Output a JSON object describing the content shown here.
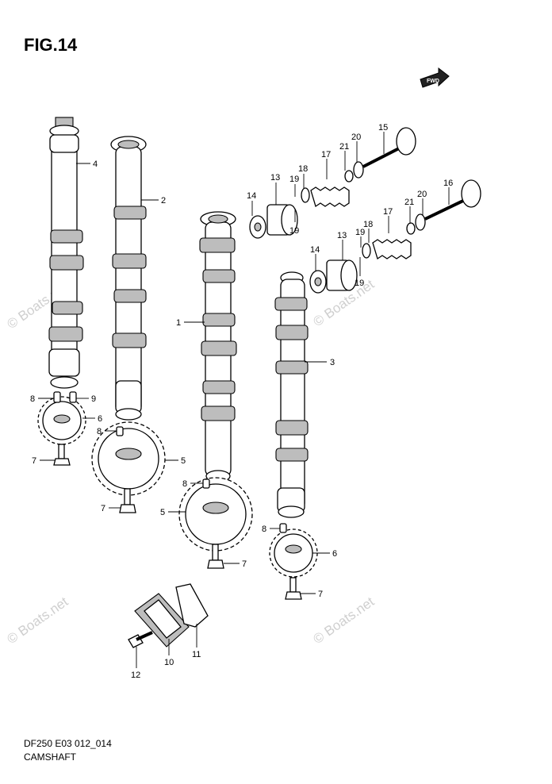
{
  "figure": {
    "title": "FIG.14",
    "code": "DF250 E03 012_014",
    "caption": "CAMSHAFT",
    "fwd_label": "FWD",
    "watermark": "© Boats.net"
  },
  "callouts": [
    {
      "id": "c4",
      "label": "4"
    },
    {
      "id": "c2",
      "label": "2"
    },
    {
      "id": "c1",
      "label": "1"
    },
    {
      "id": "c3",
      "label": "3"
    },
    {
      "id": "c8a",
      "label": "8"
    },
    {
      "id": "c9",
      "label": "9"
    },
    {
      "id": "c6a",
      "label": "6"
    },
    {
      "id": "c7a",
      "label": "7"
    },
    {
      "id": "c8b",
      "label": "8"
    },
    {
      "id": "c5a",
      "label": "5"
    },
    {
      "id": "c7b",
      "label": "7"
    },
    {
      "id": "c8c",
      "label": "8"
    },
    {
      "id": "c5b",
      "label": "5"
    },
    {
      "id": "c7c",
      "label": "7"
    },
    {
      "id": "c8d",
      "label": "8"
    },
    {
      "id": "c6b",
      "label": "6"
    },
    {
      "id": "c7d",
      "label": "7"
    },
    {
      "id": "c10",
      "label": "10"
    },
    {
      "id": "c11",
      "label": "11"
    },
    {
      "id": "c12",
      "label": "12"
    },
    {
      "id": "c14a",
      "label": "14"
    },
    {
      "id": "c13a",
      "label": "13"
    },
    {
      "id": "c19a",
      "label": "19"
    },
    {
      "id": "c18a",
      "label": "18"
    },
    {
      "id": "c19b",
      "label": "19"
    },
    {
      "id": "c17a",
      "label": "17"
    },
    {
      "id": "c21a",
      "label": "21"
    },
    {
      "id": "c20a",
      "label": "20"
    },
    {
      "id": "c15",
      "label": "15"
    },
    {
      "id": "c14b",
      "label": "14"
    },
    {
      "id": "c13b",
      "label": "13"
    },
    {
      "id": "c19c",
      "label": "19"
    },
    {
      "id": "c18b",
      "label": "18"
    },
    {
      "id": "c19d",
      "label": "19"
    },
    {
      "id": "c17b",
      "label": "17"
    },
    {
      "id": "c21b",
      "label": "21"
    },
    {
      "id": "c20b",
      "label": "20"
    },
    {
      "id": "c16",
      "label": "16"
    }
  ]
}
